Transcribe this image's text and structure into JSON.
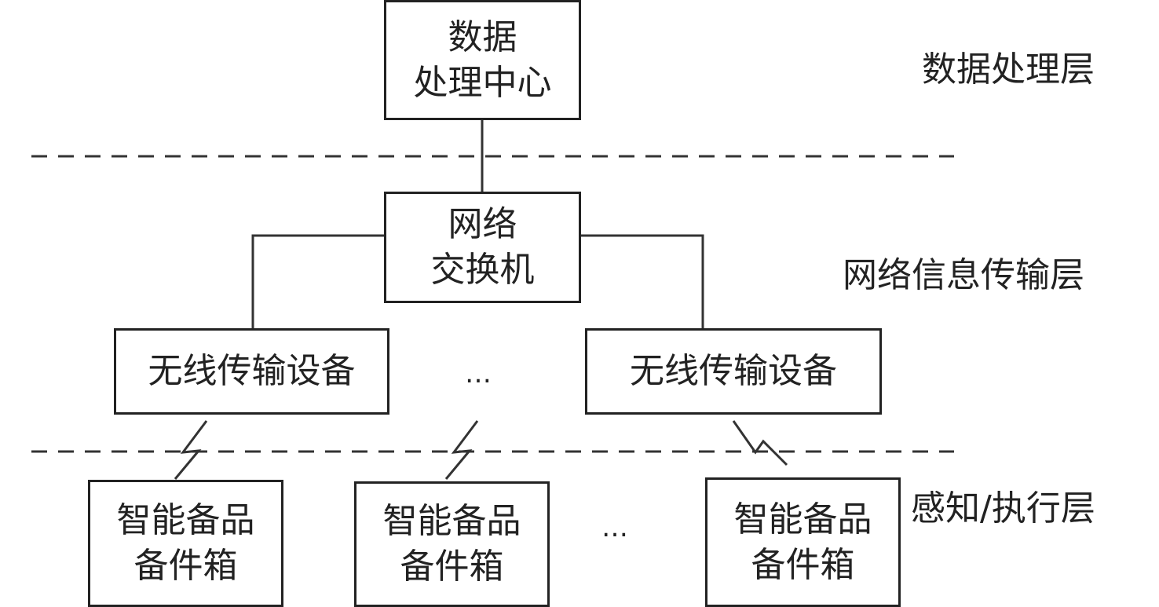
{
  "nodes": {
    "data_center": [
      "数据",
      "处理中心"
    ],
    "network_switch": [
      "网络",
      "交换机"
    ],
    "wireless_left": "无线传输设备",
    "wireless_right": "无线传输设备",
    "box_1": [
      "智能备品",
      "备件箱"
    ],
    "box_2": [
      "智能备品",
      "备件箱"
    ],
    "box_3": [
      "智能备品",
      "备件箱"
    ]
  },
  "layers": {
    "data_processing": "数据处理层",
    "network_transmission": "网络信息传输层",
    "perception_execution": "感知/执行层"
  },
  "ellipsis": {
    "wireless": "…",
    "boxes": "…"
  }
}
